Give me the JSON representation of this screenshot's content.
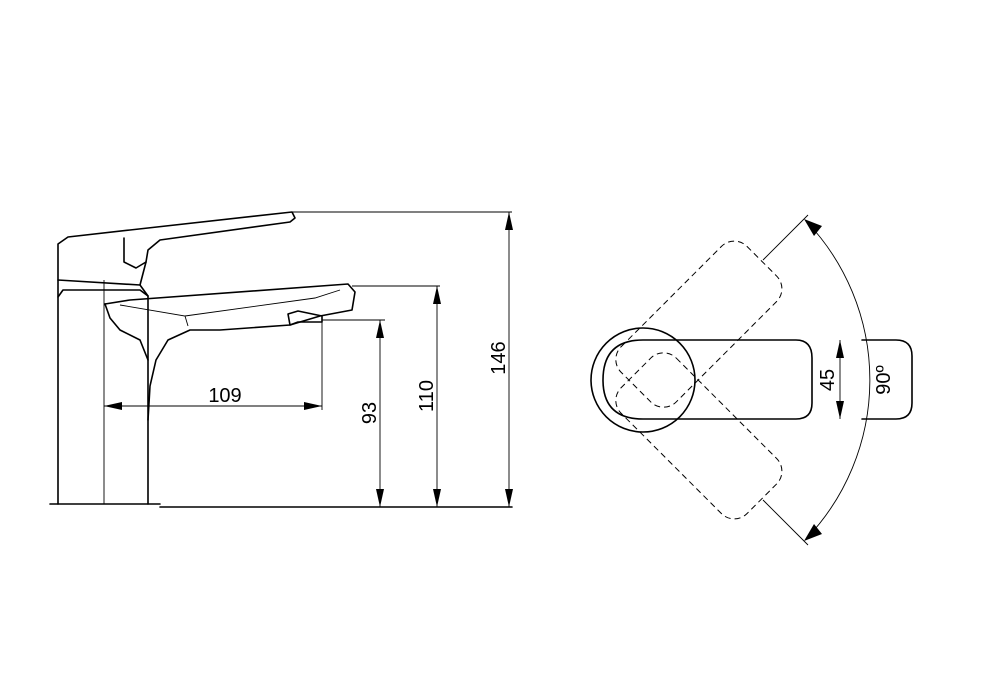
{
  "side_view": {
    "spout_reach": "109",
    "outlet_height": "93",
    "spout_top_height": "110",
    "total_height": "146"
  },
  "top_view": {
    "handle_width": "45",
    "rotation_angle": "90º"
  },
  "colors": {
    "line": "#000000",
    "background": "#ffffff"
  }
}
